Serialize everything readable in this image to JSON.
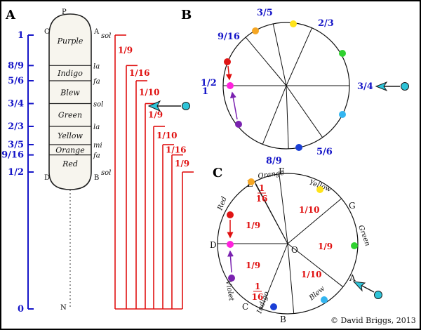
{
  "copyright": "© David Briggs, 2013",
  "panel_a": {
    "label": "A",
    "letter_top": "P",
    "letter_c": "C",
    "letter_a": "A",
    "letter_d": "D",
    "letter_b": "B",
    "letter_bottom": "N",
    "scale_labels": [
      "1",
      "8/9",
      "5/6",
      "3/4",
      "2/3",
      "3/5",
      "9/16",
      "1/2",
      "0"
    ],
    "scale_values": [
      1,
      0.8889,
      0.8333,
      0.75,
      0.6667,
      0.6,
      0.5625,
      0.5,
      0
    ],
    "color_names": [
      "Purple",
      "Indigo",
      "Blew",
      "Green",
      "Yellow",
      "Orange",
      "Red"
    ],
    "solfege": [
      "sol",
      "la",
      "fa",
      "sol",
      "la",
      "mi",
      "fa",
      "sol"
    ],
    "intervals": [
      "1/9",
      "1/16",
      "1/10",
      "1/9",
      "1/10",
      "1/16",
      "1/9"
    ]
  },
  "panel_b": {
    "label": "B",
    "labels": [
      "3/5",
      "2/3",
      "9/16",
      "3/4",
      "1/2",
      "1",
      "8/9",
      "5/6"
    ],
    "dots": [
      {
        "color": "#f5a623",
        "name": "orange"
      },
      {
        "color": "#ffe31a",
        "name": "yellow"
      },
      {
        "color": "#2fd12f",
        "name": "green"
      },
      {
        "color": "#33b5f0",
        "name": "blue"
      },
      {
        "color": "#1a3fd6",
        "name": "indigo"
      },
      {
        "color": "#7a22b0",
        "name": "violet"
      },
      {
        "color": "#ff22dd",
        "name": "magenta"
      },
      {
        "color": "#e01515",
        "name": "red"
      }
    ]
  },
  "panel_c": {
    "label": "C",
    "letters": [
      "F",
      "G",
      "A",
      "B",
      "C",
      "D",
      "E",
      "O"
    ],
    "color_names": [
      "Orange",
      "Yellow",
      "Green",
      "Blew",
      "Indigo",
      "Violet",
      "Red"
    ],
    "sector_fractions": [
      "1/16",
      "1/10",
      "1/9",
      "1/10",
      "1/16",
      "1/9",
      "1/9"
    ],
    "sector_numerator": "1",
    "sector_denominator": "16"
  }
}
